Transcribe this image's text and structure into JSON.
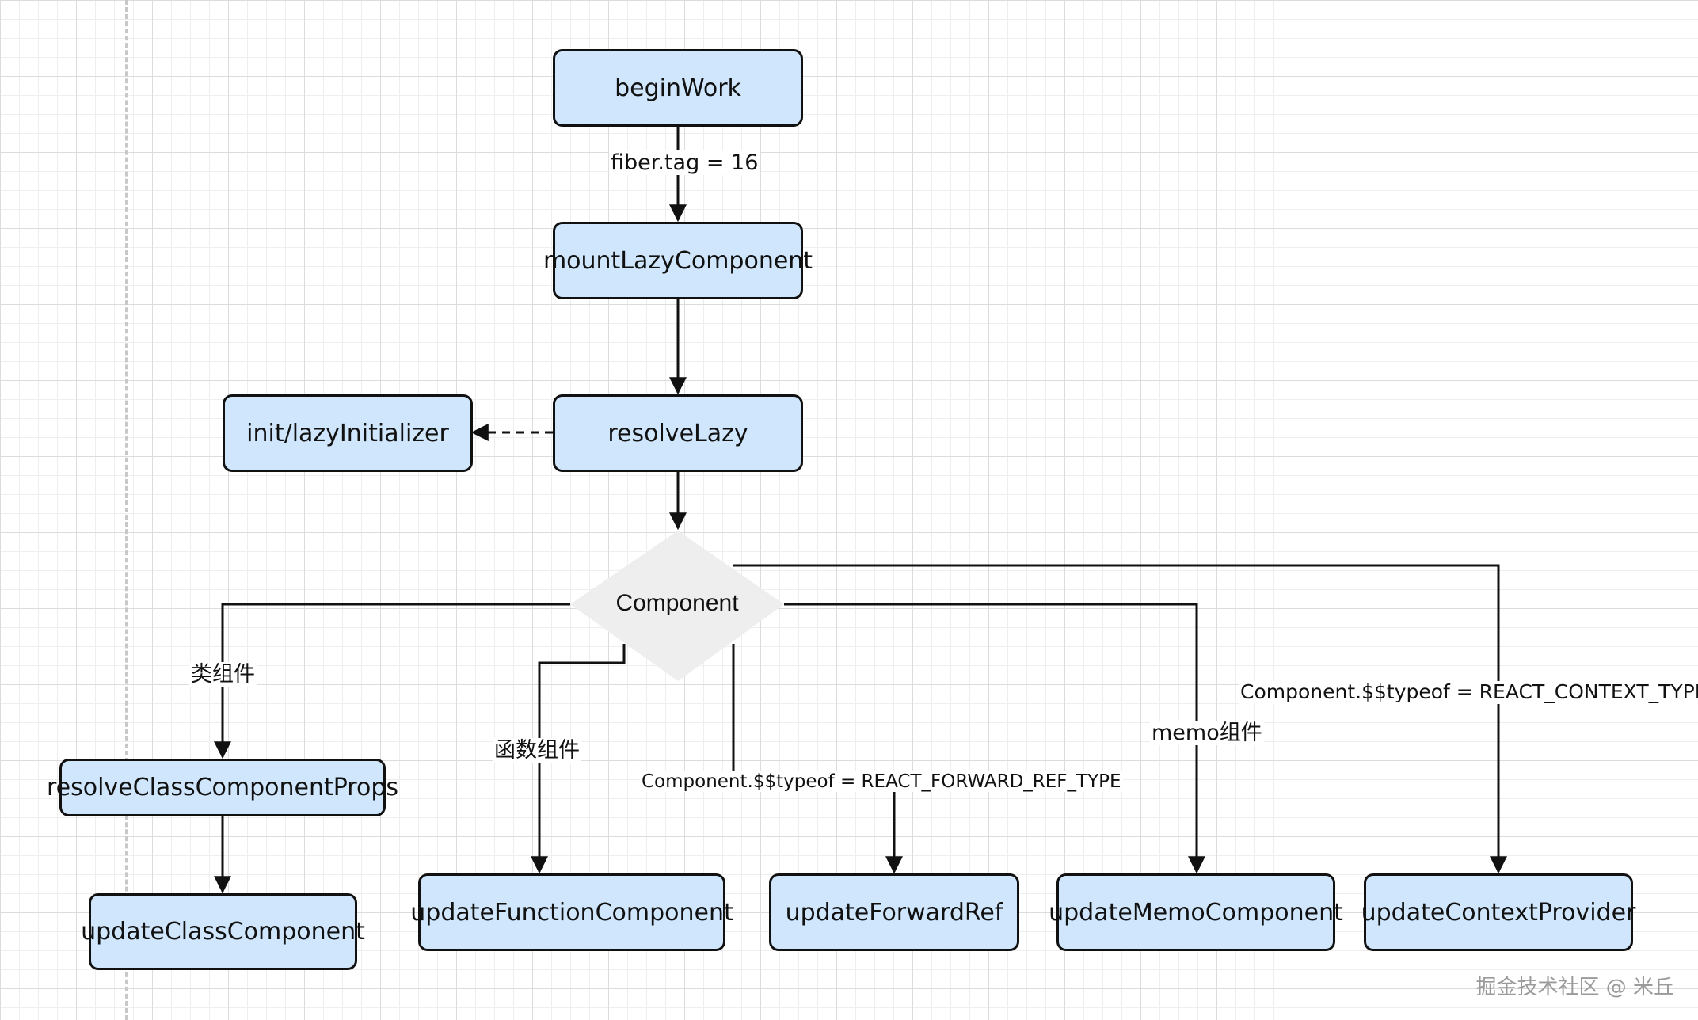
{
  "nodes": {
    "begin_work": "beginWork",
    "mount_lazy_component": "mountLazyComponent",
    "resolve_lazy": "resolveLazy",
    "init_lazy_initializer": "init/lazyInitializer",
    "component": "Component",
    "resolve_class_component_props": "resolveClassComponentProps",
    "update_class_component": "updateClassComponent",
    "update_function_component": "updateFunctionComponent",
    "update_forward_ref": "updateForwardRef",
    "update_memo_component": "updateMemoComponent",
    "update_context_provider": "updateContextProvider"
  },
  "edge_labels": {
    "fiber_tag": "fiber.tag = 16",
    "class_component": "类组件",
    "function_component": "函数组件",
    "forward_ref": "Component.$$typeof = REACT_FORWARD_REF_TYPE",
    "memo_component": "memo组件",
    "context_type": "Component.$$typeof = REACT_CONTEXT_TYPE"
  },
  "watermark": "掘金技术社区 @ 米丘",
  "colors": {
    "node_fill": "#cfe6fc",
    "node_border": "#111111",
    "diamond_fill": "#eeeeee",
    "edge": "#111111"
  }
}
